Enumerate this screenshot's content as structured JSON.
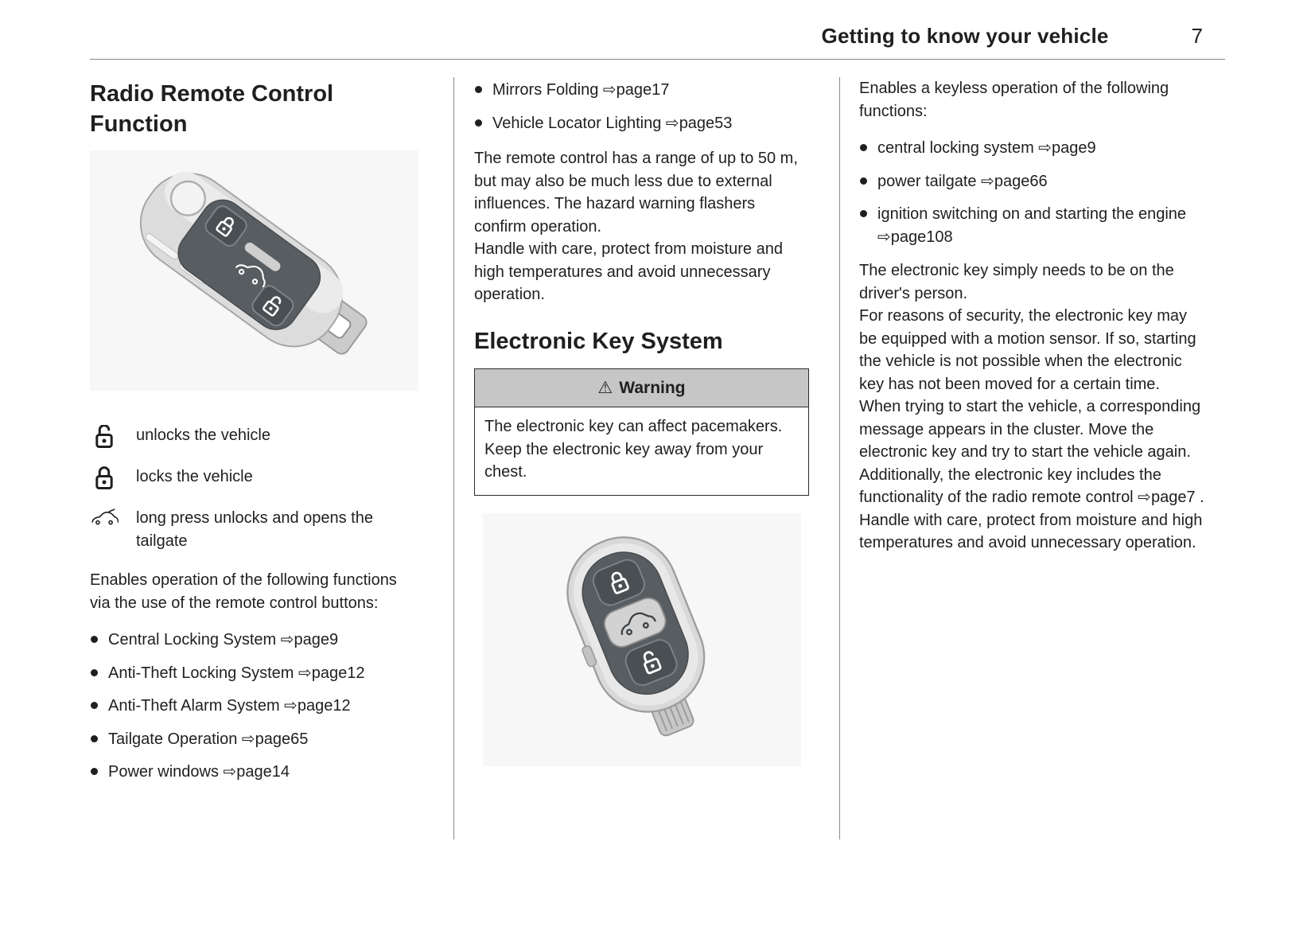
{
  "header": {
    "title": "Getting to know your vehicle",
    "page_number": "7"
  },
  "remote": {
    "heading": "Radio Remote Control Function",
    "legend": [
      {
        "icon": "unlock-icon",
        "text": "unlocks the vehicle"
      },
      {
        "icon": "lock-icon",
        "text": "locks the vehicle"
      },
      {
        "icon": "tailgate-icon",
        "text": "long press unlocks and opens the tailgate"
      }
    ],
    "intro": "Enables operation of the following functions via the use of the remote control buttons:",
    "bullets": [
      "Central Locking System ⇨page9",
      "Anti-Theft Locking System ⇨page12",
      "Anti-Theft Alarm System ⇨page12",
      "Tailgate Operation ⇨page65",
      "Power windows ⇨page14",
      "Mirrors Folding ⇨page17",
      "Vehicle Locator Lighting ⇨page53"
    ],
    "range_para": "The remote control has a range of up to 50 m, but may also be much less due to external influences. The hazard warning flashers confirm operation.",
    "care_para": "Handle with care, protect from moisture and high temperatures and avoid unnecessary operation."
  },
  "electronic_key": {
    "heading": "Electronic Key System",
    "warning": {
      "icon": "⚠",
      "title": "Warning",
      "lines": [
        "The electronic key can affect pacemakers.",
        "Keep the electronic key away from your chest."
      ]
    },
    "intro": "Enables a keyless operation of the following functions:",
    "bullets": [
      "central locking system ⇨page9",
      "power tailgate ⇨page66",
      "ignition switching on and starting the engine ⇨page108"
    ],
    "paras": [
      "The electronic key simply needs to be on the driver's person.",
      "For reasons of security, the electronic key may be equipped with a motion sensor. If so, starting the vehicle is not possible when the electronic key has not been moved for a certain time.",
      "When trying to start the vehicle, a corresponding message appears in the cluster. Move the electronic key and try to start the vehicle again.",
      "Additionally, the electronic key includes the functionality of the radio remote control ⇨page7 .",
      "Handle with care, protect from moisture and high temperatures and avoid unnecessary operation."
    ]
  },
  "colors": {
    "warning_header_bg": "#c6c6c6",
    "rule": "#8a8a8a",
    "text": "#1f1f1f"
  }
}
